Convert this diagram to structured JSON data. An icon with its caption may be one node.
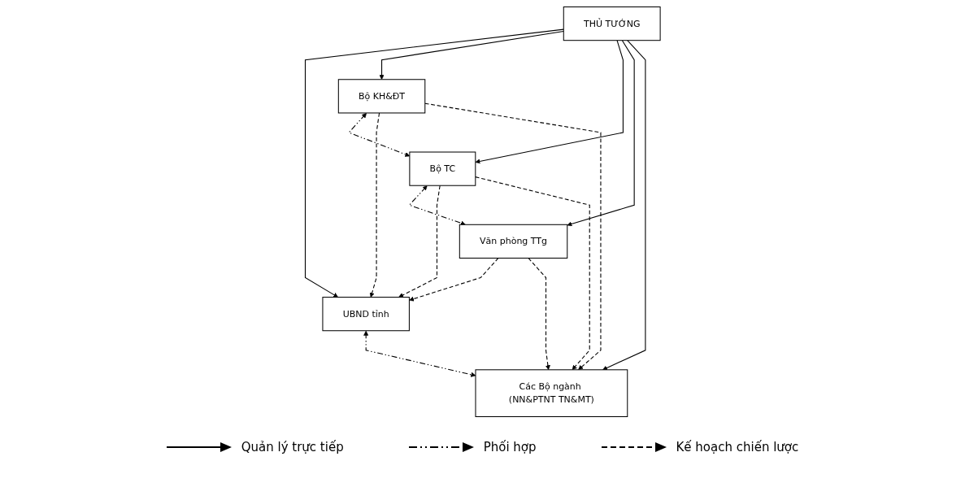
{
  "diagram": {
    "nodes": [
      {
        "text": [
          "THỦ TƯỚNG"
        ]
      },
      {
        "text": [
          "Bộ KH&ĐT"
        ]
      },
      {
        "text": [
          "Bộ TC"
        ]
      },
      {
        "text": [
          "Văn phòng TTg"
        ]
      },
      {
        "text": [
          "UBND tỉnh"
        ]
      },
      {
        "text": [
          "Các Bộ ngành (NN&PTNT TN&MT)"
        ]
      }
    ],
    "edges": [
      {
        "from": 0,
        "to": 4,
        "arrow": "to"
      },
      {
        "from": 0,
        "to": 1,
        "arrow": "to"
      },
      {
        "from": 0,
        "to": 2,
        "arrow": "to"
      },
      {
        "from": 0,
        "to": 3,
        "arrow": "to"
      },
      {
        "from": 0,
        "to": 5,
        "arrow": "to"
      },
      {
        "from": 1,
        "to": 2,
        "arrow": "both",
        "style": "dashed"
      },
      {
        "from": 2,
        "to": 3,
        "arrow": "both",
        "style": "dashed"
      },
      {
        "from": 1,
        "to": 4,
        "arrow": "to",
        "style": "dashed"
      },
      {
        "from": 1,
        "to": 5,
        "arrow": "to",
        "style": "dashed"
      },
      {
        "from": 2,
        "to": 4,
        "arrow": "to",
        "style": "dashed"
      },
      {
        "from": 2,
        "to": 5,
        "arrow": "to",
        "style": "dashed"
      },
      {
        "from": 3,
        "to": 4,
        "arrow": "to",
        "style": "dashed"
      },
      {
        "from": 3,
        "to": 5,
        "arrow": "to",
        "style": "dashed"
      },
      {
        "from": 4,
        "to": 5,
        "arrow": "both",
        "style": "dashed"
      }
    ],
    "legend": [
      {
        "text": "Quản lý trực tiếp"
      },
      {
        "text": "Phối hợp"
      },
      {
        "text": "Kế hoạch chiến lược"
      }
    ]
  }
}
